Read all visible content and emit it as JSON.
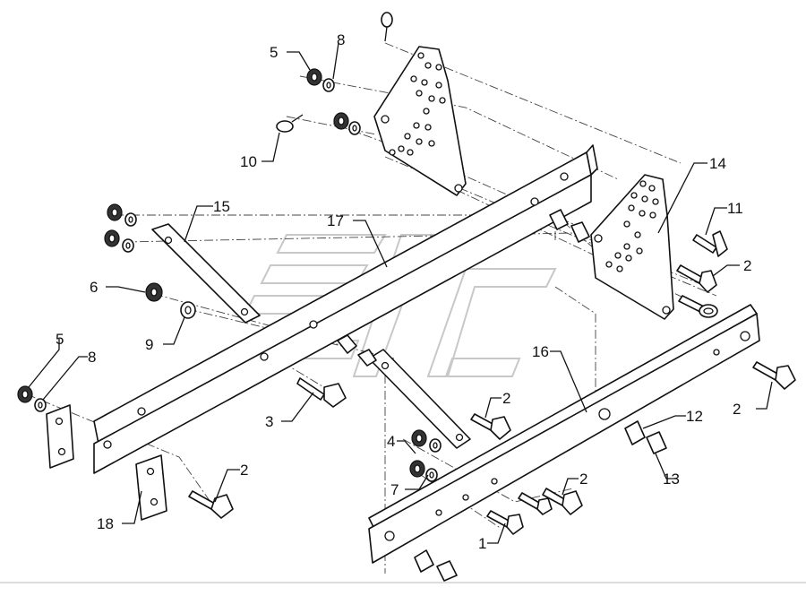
{
  "diagram": {
    "callouts": [
      {
        "id": "c-5a",
        "text": "5"
      },
      {
        "id": "c-8a",
        "text": "8"
      },
      {
        "id": "c-10",
        "text": "10"
      },
      {
        "id": "c-14",
        "text": "14"
      },
      {
        "id": "c-11",
        "text": "11"
      },
      {
        "id": "c-2a",
        "text": "2"
      },
      {
        "id": "c-15",
        "text": "15"
      },
      {
        "id": "c-17",
        "text": "17"
      },
      {
        "id": "c-6",
        "text": "6"
      },
      {
        "id": "c-9",
        "text": "9"
      },
      {
        "id": "c-5b",
        "text": "5"
      },
      {
        "id": "c-8b",
        "text": "8"
      },
      {
        "id": "c-16",
        "text": "16"
      },
      {
        "id": "c-2b",
        "text": "2"
      },
      {
        "id": "c-2c",
        "text": "2"
      },
      {
        "id": "c-3",
        "text": "3"
      },
      {
        "id": "c-4",
        "text": "4"
      },
      {
        "id": "c-12",
        "text": "12"
      },
      {
        "id": "c-7",
        "text": "7"
      },
      {
        "id": "c-13",
        "text": "13"
      },
      {
        "id": "c-2d",
        "text": "2"
      },
      {
        "id": "c-2e",
        "text": "2"
      },
      {
        "id": "c-18",
        "text": "18"
      },
      {
        "id": "c-1",
        "text": "1"
      }
    ]
  }
}
